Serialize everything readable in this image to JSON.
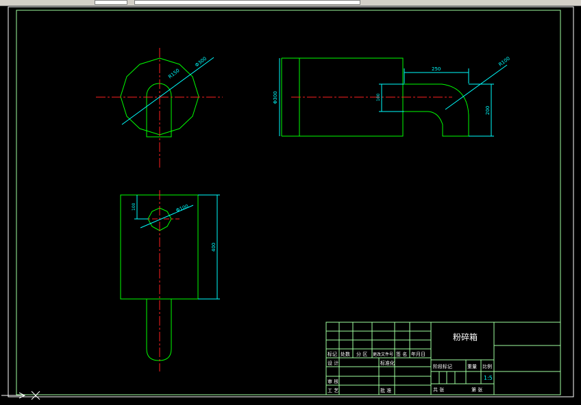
{
  "colors": {
    "background": "#000000",
    "outline": "#00ff00",
    "frame": "#a0ffa0",
    "centerline": "#ff2020",
    "dimension": "#00ffff",
    "text": "#ffffff"
  },
  "views": {
    "top_view": {
      "dim_r": "R150",
      "dim_dia": "Φ300"
    },
    "front_view": {
      "dim_len": "250",
      "dim_r": "R100",
      "dim_dia": "Φ300",
      "dim_small": "100",
      "dim_height": "200"
    },
    "side_view": {
      "dim_offset": "100",
      "dim_hole": "Φ100",
      "dim_height": "400"
    }
  },
  "title_block": {
    "part_name": "粉碎箱",
    "row_labels": {
      "mark": "标记",
      "count": "处数",
      "zone": "分 区",
      "doc_no": "更改文件号",
      "sign": "签 名",
      "date": "年月日"
    },
    "design": "设 计",
    "standardize": "标准化",
    "stage_mark": "阶段标记",
    "weight": "重量",
    "ratio_label": "比例",
    "ratio_value": "1:5",
    "review": "审 核",
    "process": "工 艺",
    "approve": "批 准",
    "total_sheets": "共  张",
    "sheet_no": "第  张"
  }
}
